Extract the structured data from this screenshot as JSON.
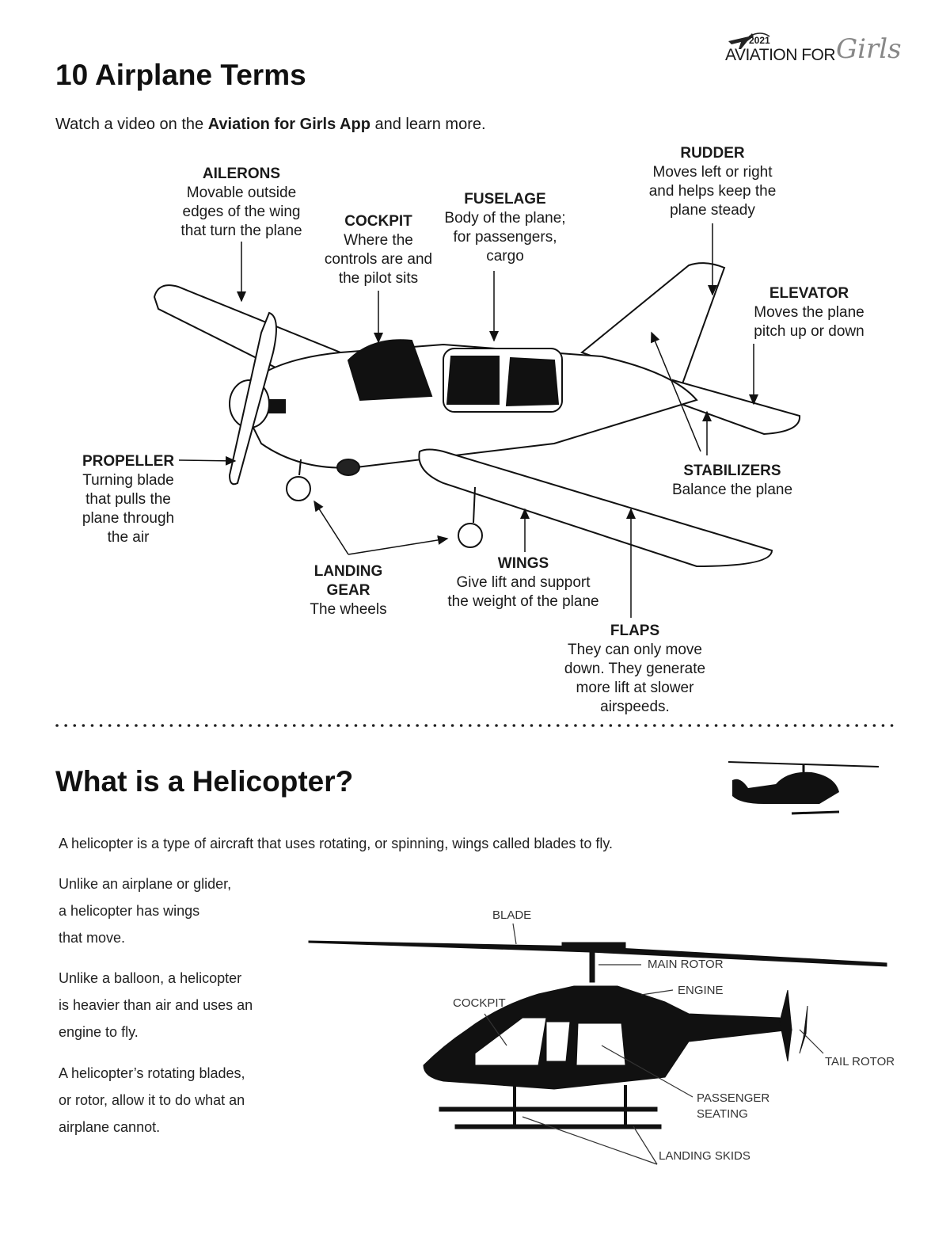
{
  "logo": {
    "year": "2021",
    "text": "AVIATION FOR",
    "script": "Girls"
  },
  "title": "10 Airplane Terms",
  "intro": {
    "pre": "Watch a video on the ",
    "bold": "Aviation for Girls App",
    "post": " and learn more."
  },
  "terms": [
    {
      "name": "AILERONS",
      "desc": [
        "Movable outside",
        "edges of the wing",
        "that turn the plane"
      ]
    },
    {
      "name": "COCKPIT",
      "desc": [
        "Where the",
        "controls are and",
        "the pilot sits"
      ]
    },
    {
      "name": "FUSELAGE",
      "desc": [
        "Body of the plane;",
        "for passengers,",
        "cargo"
      ]
    },
    {
      "name": "RUDDER",
      "desc": [
        "Moves left or right",
        "and helps keep the",
        "plane steady"
      ]
    },
    {
      "name": "ELEVATOR",
      "desc": [
        "Moves the plane",
        "pitch up or down"
      ]
    },
    {
      "name": "PROPELLER",
      "desc": [
        "Turning blade",
        "that pulls the",
        "plane through",
        "the air"
      ]
    },
    {
      "name": "STABILIZERS",
      "desc": [
        "Balance the plane"
      ]
    },
    {
      "name": "LANDING",
      "name2": "GEAR",
      "desc": [
        "The wheels"
      ]
    },
    {
      "name": "WINGS",
      "desc": [
        "Give lift and support",
        "the weight of the plane"
      ]
    },
    {
      "name": "FLAPS",
      "desc": [
        "They can only move",
        "down. They generate",
        "more lift at slower",
        "airspeeds."
      ]
    }
  ],
  "heli": {
    "title": "What is a Helicopter?",
    "p1": "A helicopter is a type of aircraft that uses rotating, or spinning, wings called blades to fly.",
    "p2": [
      "Unlike an airplane or glider,",
      "a helicopter has wings",
      "that move."
    ],
    "p3": [
      "Unlike a balloon, a helicopter",
      "is heavier than air and uses an",
      "engine to fly."
    ],
    "p4": [
      "A helicopter’s rotating blades,",
      "or rotor, allow it to do what an",
      "airplane cannot."
    ],
    "labels": {
      "blade": "BLADE",
      "main_rotor": "MAIN ROTOR",
      "engine": "ENGINE",
      "cockpit": "COCKPIT",
      "tail_rotor": "TAIL ROTOR",
      "passenger1": "PASSENGER",
      "passenger2": "SEATING",
      "skids": "LANDING SKIDS"
    }
  }
}
